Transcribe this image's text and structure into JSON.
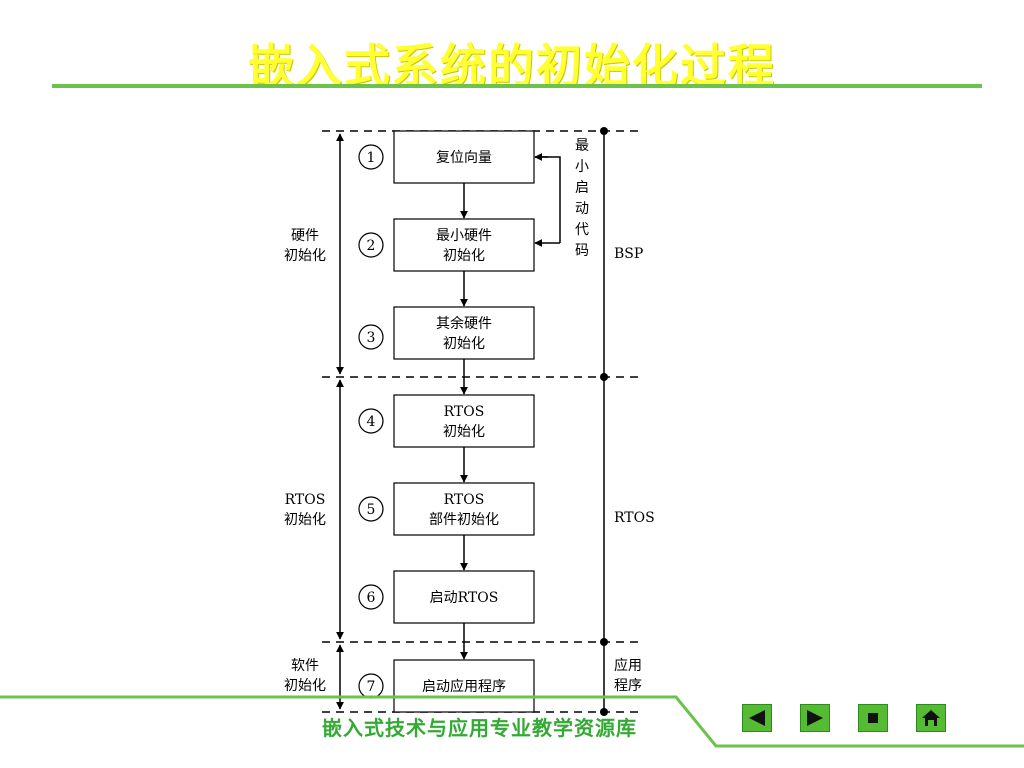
{
  "title": "嵌入式系统的初始化过程",
  "steps": [
    {
      "num": "1",
      "line1": "复位向量",
      "line2": ""
    },
    {
      "num": "2",
      "line1": "最小硬件",
      "line2": "初始化"
    },
    {
      "num": "3",
      "line1": "其余硬件",
      "line2": "初始化"
    },
    {
      "num": "4",
      "line1": "RTOS",
      "line2": "初始化"
    },
    {
      "num": "5",
      "line1": "RTOS",
      "line2": "部件初始化"
    },
    {
      "num": "6",
      "line1": "启动RTOS",
      "line2": ""
    },
    {
      "num": "7",
      "line1": "启动应用程序",
      "line2": ""
    }
  ],
  "left_labels": [
    {
      "line1": "硬件",
      "line2": "初始化"
    },
    {
      "line1": "RTOS",
      "line2": "初始化"
    },
    {
      "line1": "软件",
      "line2": "初始化"
    }
  ],
  "min_boot_code": [
    "最",
    "小",
    "启",
    "动",
    "代",
    "码"
  ],
  "right_labels": {
    "bsp": "BSP",
    "rtos": "RTOS",
    "app_line1": "应用",
    "app_line2": "程序"
  },
  "footer": "嵌入式技术与应用专业教学资源库",
  "nav": {
    "prev": "prev-icon",
    "next": "next-icon",
    "stop": "stop-icon",
    "home": "home-icon"
  },
  "colors": {
    "title": "#ffff33",
    "accent_green": "#6cc24a",
    "button_green": "#55bb33",
    "footer_text": "#33aa33"
  }
}
